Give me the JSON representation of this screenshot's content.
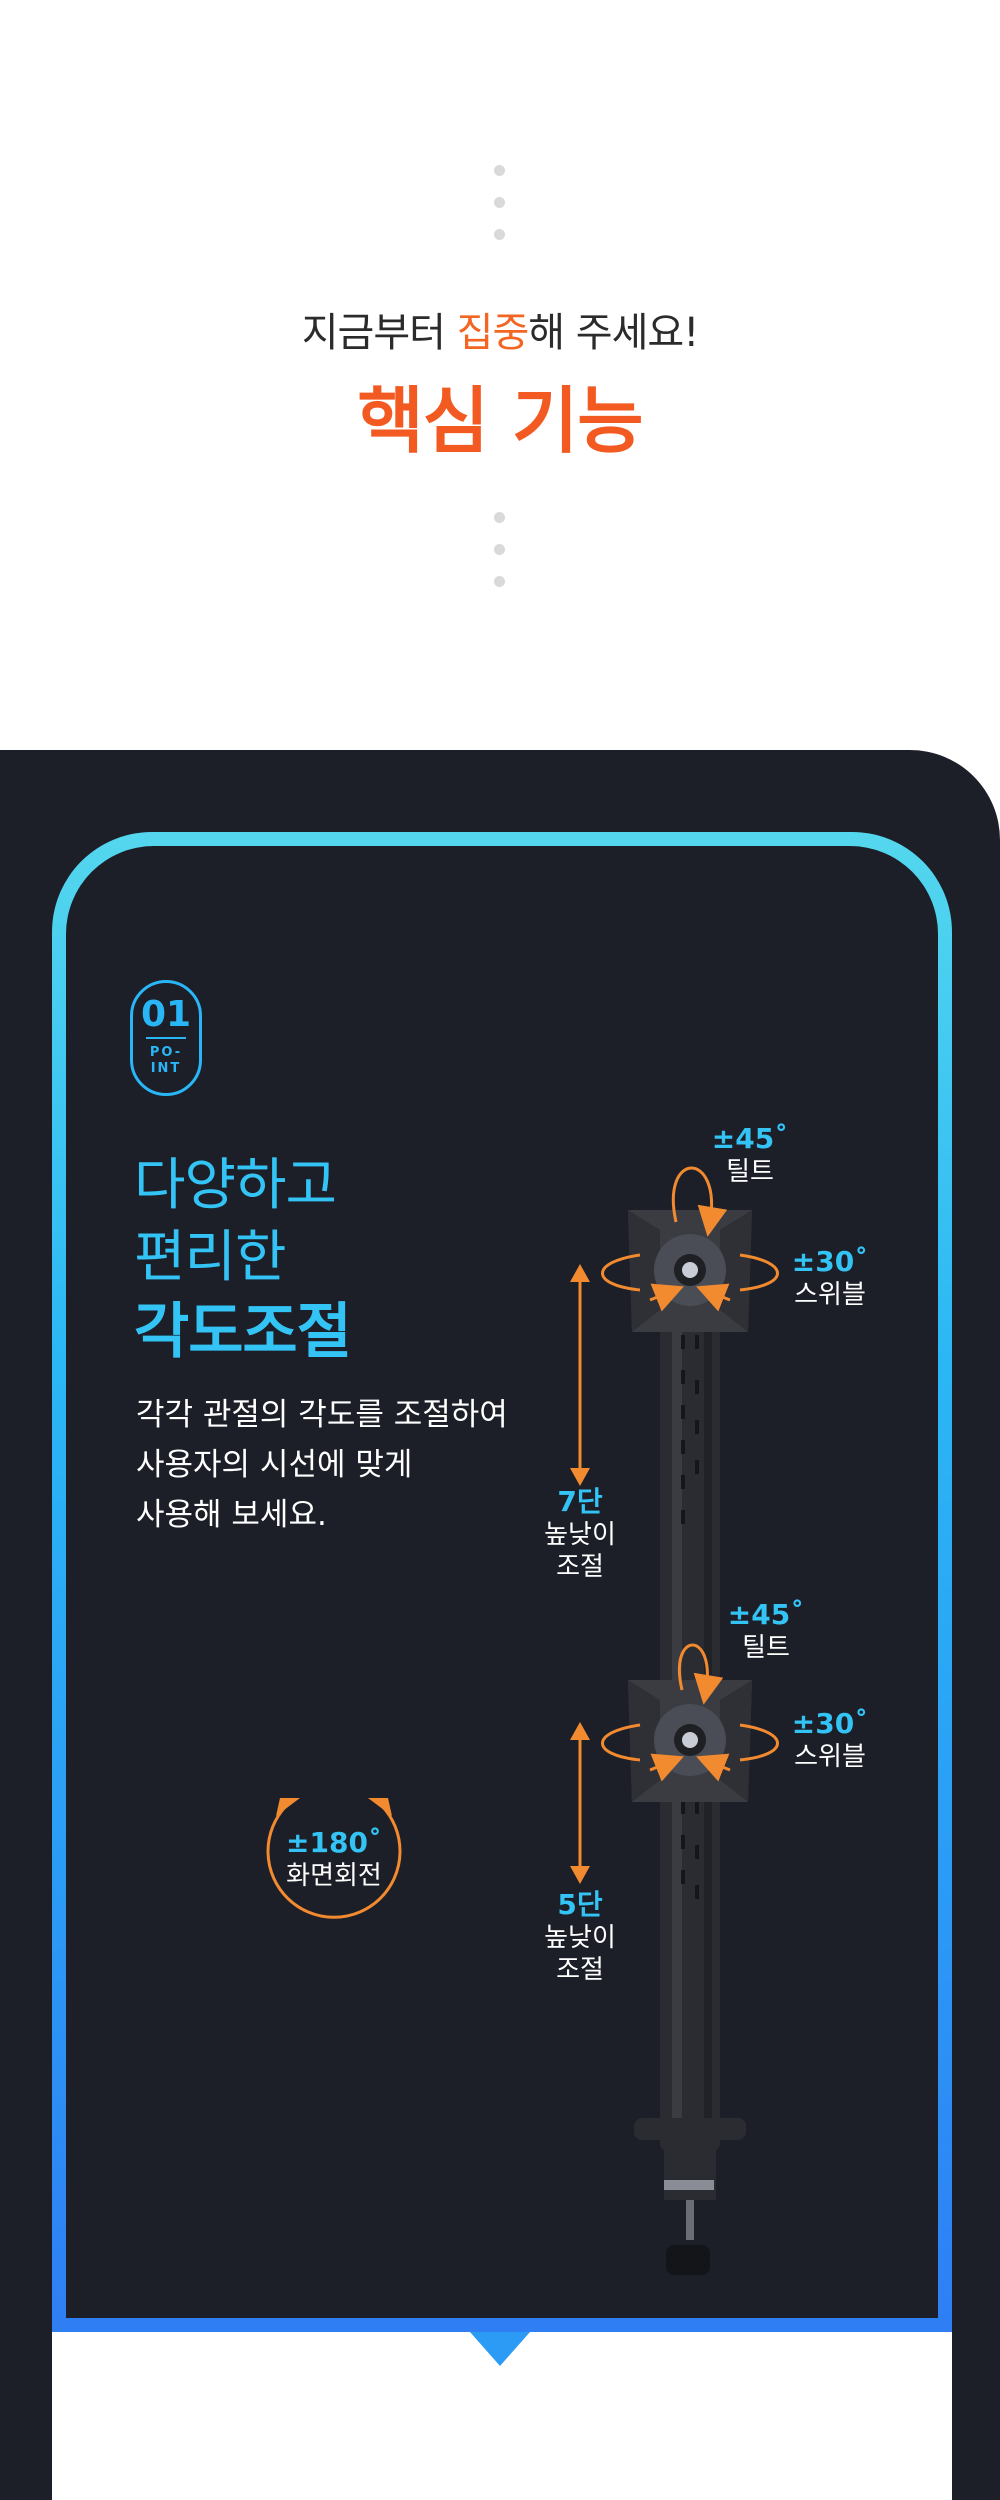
{
  "header": {
    "subtitle_pre": "지금부터 ",
    "subtitle_highlight": "집중",
    "subtitle_post": "해 주세요!",
    "title": "핵심 기능"
  },
  "point": {
    "number": "01",
    "label_line1": "PO-",
    "label_line2": "INT"
  },
  "headline": {
    "line1": "다양하고",
    "line2": "편리한",
    "line3": "각도조절"
  },
  "description": {
    "line1": "각각 관절의 각도를 조절하여",
    "line2": "사용자의 시선에 맞게",
    "line3": "사용해 보세요."
  },
  "labels": {
    "tilt_upper_value": "±45˚",
    "tilt_upper_name": "틸트",
    "swivel_upper_value": "±30˚",
    "swivel_upper_name": "스위블",
    "height_upper_value": "7단",
    "height_upper_name1": "높낮이",
    "height_upper_name2": "조절",
    "tilt_lower_value": "±45˚",
    "tilt_lower_name": "틸트",
    "swivel_lower_value": "±30˚",
    "swivel_lower_name": "스위블",
    "height_lower_value": "5단",
    "height_lower_name1": "높낮이",
    "height_lower_name2": "조절",
    "rotation_value": "±180˚",
    "rotation_name": "화면회전"
  },
  "colors": {
    "accent_orange": "#f25a22",
    "accent_blue": "#33c3f5",
    "dark_bg": "#1c1f28"
  },
  "icons": [
    "rotation-arrow-icon",
    "tilt-arrow-icon",
    "swivel-arrow-icon",
    "height-arrow-icon"
  ]
}
